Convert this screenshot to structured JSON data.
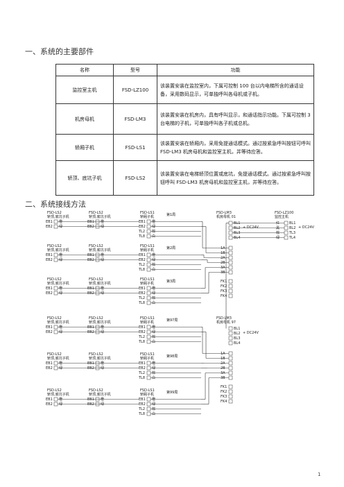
{
  "section1": "一、系统的主要部件",
  "section2": "二、系统接线方法",
  "table": {
    "headers": [
      "名称",
      "型号",
      "功能"
    ],
    "rows": [
      {
        "name": "监控室主机",
        "model": "FSD-LZ100",
        "desc": "该装置安装在监控室内，下属可控制 100 台以内电梯所含的通话设备，采用数码显示，可单独呼叫各母机或子机。"
      },
      {
        "name": "机房母机",
        "model": "FSD-LM3",
        "desc": "该装置安装在机房内，具有呼叫显示，和通话指示功能。下属可控制 3 台电梯的子机，可单独呼叫各子机或总机。"
      },
      {
        "name": "轿厢子机",
        "model": "FSD-LS1",
        "desc": "该装置安装在轿厢内，采用免提通话模式。通过按紧急呼叫按钮可呼叫 FSD-LM3 机房母机和监控室主机，并等待应答。"
      },
      {
        "name": "轿顶、底坑子机",
        "model": "FSD-LS2",
        "desc": "该装置安装在电梯轿顶位置或底坑，免提通话模式。通过按紧急呼叫按钮呼叫 FSD-LM3 机房母机和监控室主机，并等待应答。"
      }
    ]
  },
  "diagram": {
    "ls2_model": "FSD-LS2",
    "ls2_name": "轿顶,底坑子机",
    "ls1_model": "FSD-LS1",
    "ls1_name": "轿厢子机",
    "lm3_model": "FSD-LM3",
    "lm3_names": [
      "机房母机 01",
      "机房母机 97"
    ],
    "lz_model": "FSD-LZ100",
    "lz_name": "监控主机",
    "elevators": [
      "第1局",
      "第2局",
      "第3局",
      "第97局",
      "第98局",
      "第99局"
    ],
    "ls2_terms": [
      "EB1",
      "EB2"
    ],
    "ls2_wires": [
      "橙",
      "绿"
    ],
    "ls1_terms": [
      "EB1",
      "EB2",
      "TL2",
      "TL8"
    ],
    "ls1_wires": [
      "橙",
      "绿",
      "棕",
      "白"
    ],
    "lm3_top": [
      "BL1",
      "BL2",
      "BL3",
      "BL4"
    ],
    "lm3_dc": "+ DC24V",
    "lm3_mid": [
      "1A",
      "1B",
      "2A",
      "2B",
      "3A",
      "3B"
    ],
    "lm3_fk": [
      "FK1",
      "FK2",
      "FK3",
      "FK4"
    ],
    "lz_terms": [
      "BL1",
      "BL2",
      "TL3",
      "TL4"
    ],
    "lz_dc": "+ DC24V",
    "lz_wires": [
      "红",
      "黑",
      "棕",
      "绿"
    ]
  },
  "page_number": "1"
}
